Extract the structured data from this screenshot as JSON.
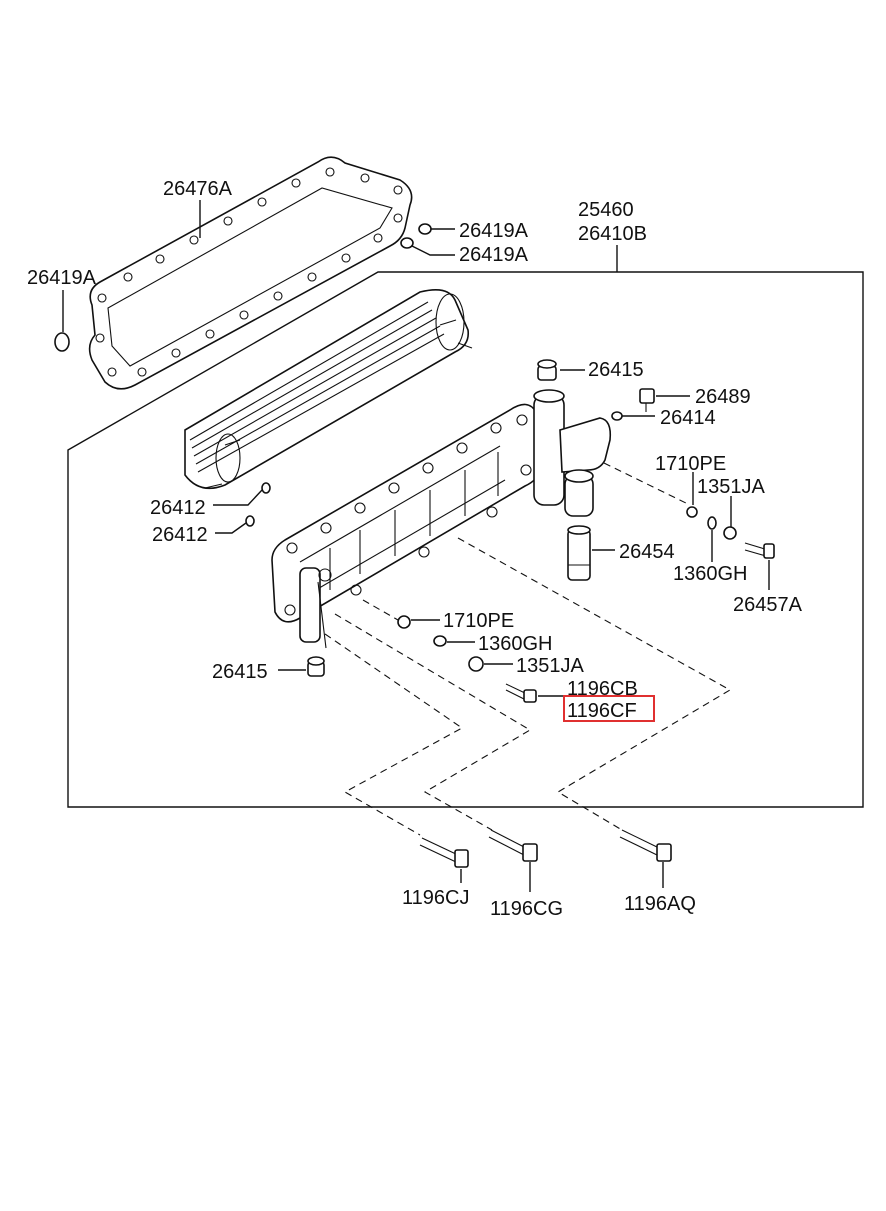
{
  "labels": {
    "l_26476A": "26476A",
    "l_26419A_left": "26419A",
    "l_26419A_top1": "26419A",
    "l_26419A_top2": "26419A",
    "l_25460": "25460",
    "l_26410B": "26410B",
    "l_26415_top": "26415",
    "l_26489": "26489",
    "l_26414": "26414",
    "l_1710PE_right": "1710PE",
    "l_1351JA_right": "1351JA",
    "l_26412_a": "26412",
    "l_26412_b": "26412",
    "l_26454": "26454",
    "l_1360GH_right": "1360GH",
    "l_26457A": "26457A",
    "l_1710PE_mid": "1710PE",
    "l_1360GH_mid": "1360GH",
    "l_26415_left": "26415",
    "l_1351JA_mid": "1351JA",
    "l_1196CB": "1196CB",
    "l_1196CF": "1196CF",
    "l_1196CJ": "1196CJ",
    "l_1196CG": "1196CG",
    "l_1196AQ": "1196AQ"
  },
  "highlight": {
    "label": "1196CF",
    "color": "#e03030"
  }
}
